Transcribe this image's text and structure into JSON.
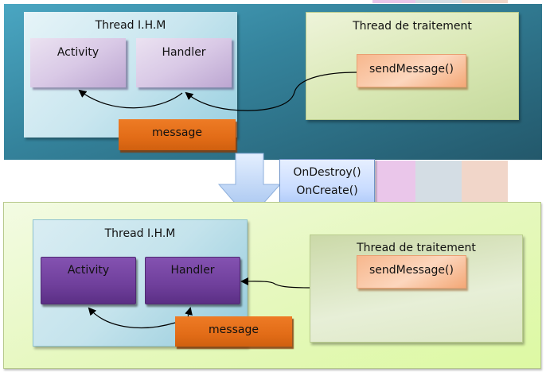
{
  "colors": {
    "top_panel": "#35849d",
    "bottom_panel": "#ddf9a3",
    "ihm_box": "#c9e6ef",
    "traitement_box": "#dbe9b7",
    "lavender_box": "#d9c9e6",
    "purple_box": "#6f3f9b",
    "message_box": "#e26c17",
    "send_box": "#fcd6bd",
    "callout": "#c9dcff",
    "transition_arrow": "#b4d0f5"
  },
  "top_scene": {
    "ihm_thread": {
      "title": "Thread I.H.M",
      "activity": "Activity",
      "handler": "Handler"
    },
    "message": "message",
    "traitement_thread": {
      "title": "Thread de traitement",
      "send": "sendMessage()"
    }
  },
  "transition": {
    "line1": "OnDestroy()",
    "line2": "OnCreate()"
  },
  "bottom_scene": {
    "ihm_thread": {
      "title": "Thread I.H.M",
      "activity": "Activity",
      "handler": "Handler"
    },
    "message": "message",
    "traitement_thread": {
      "title": "Thread de traitement",
      "send": "sendMessage()"
    }
  }
}
